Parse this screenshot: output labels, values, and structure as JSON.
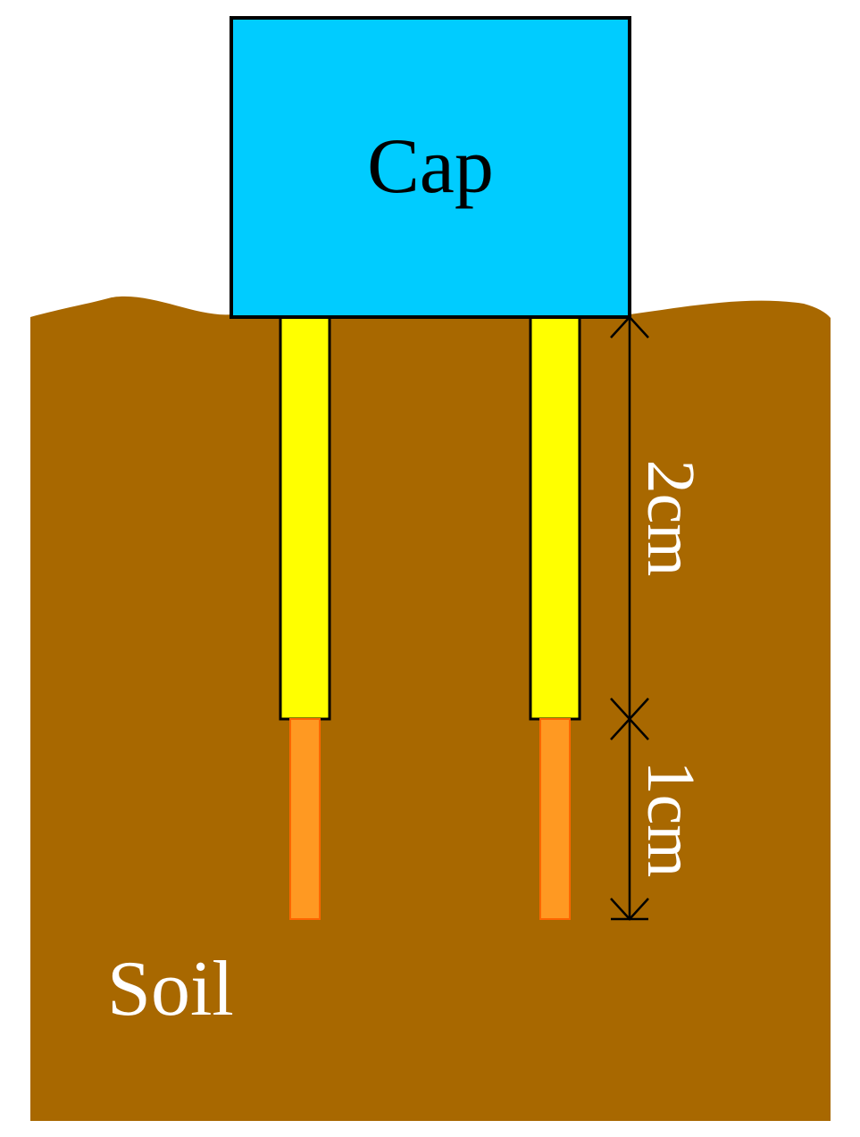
{
  "labels": {
    "cap": "Cap",
    "soil": "Soil",
    "upper_dimension": "2cm",
    "lower_dimension": "1cm"
  },
  "colors": {
    "soil": "#a86800",
    "cap": "#00ccff",
    "insulated_section": "#ffff00",
    "exposed_tip": "#ff9922",
    "exposed_tip_border": "#ff6600",
    "outline": "#000000",
    "light_text": "#ffffff",
    "dark_text": "#000000"
  }
}
